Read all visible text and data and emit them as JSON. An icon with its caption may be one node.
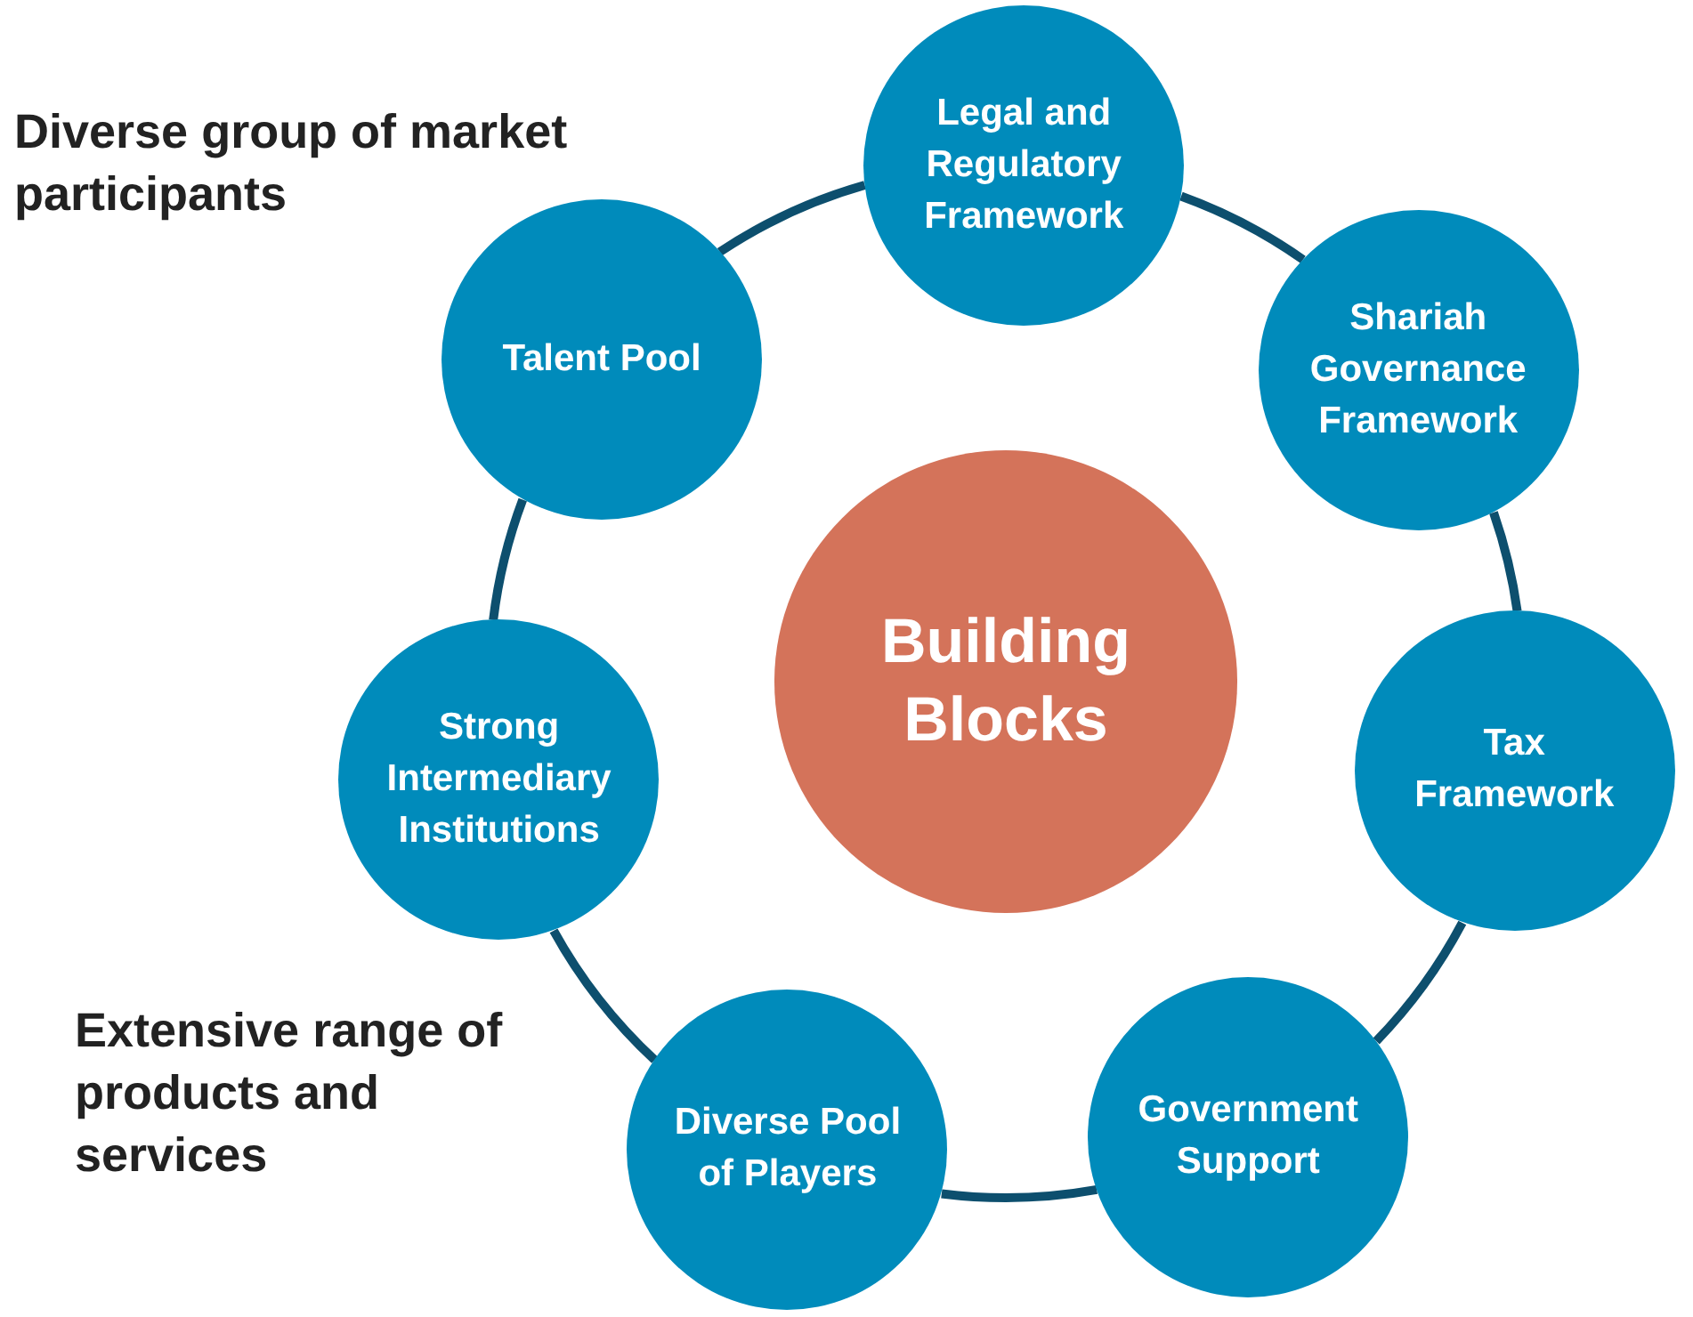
{
  "diagram": {
    "nodes": [
      {
        "text": [
          "Building Blocks"
        ]
      },
      {
        "text": [
          "Legal and Regulatory Framework"
        ]
      },
      {
        "text": [
          "Shariah Governance Framework"
        ]
      },
      {
        "text": [
          "Tax Framework"
        ]
      },
      {
        "text": [
          "Government Support"
        ]
      },
      {
        "text": [
          "Diverse Pool of Players"
        ]
      },
      {
        "text": [
          "Strong Intermediary Institutions"
        ]
      },
      {
        "text": [
          "Talent Pool"
        ]
      }
    ],
    "edges": [
      {
        "from": 1,
        "to": 2,
        "arrow": "none"
      },
      {
        "from": 2,
        "to": 3,
        "arrow": "none"
      },
      {
        "from": 3,
        "to": 4,
        "arrow": "none"
      },
      {
        "from": 4,
        "to": 5,
        "arrow": "none"
      },
      {
        "from": 5,
        "to": 6,
        "arrow": "none"
      },
      {
        "from": 6,
        "to": 7,
        "arrow": "none"
      },
      {
        "from": 7,
        "to": 1,
        "arrow": "none"
      }
    ],
    "labels": [
      "Diverse group of market participants",
      "Extensive range of products and services"
    ]
  }
}
